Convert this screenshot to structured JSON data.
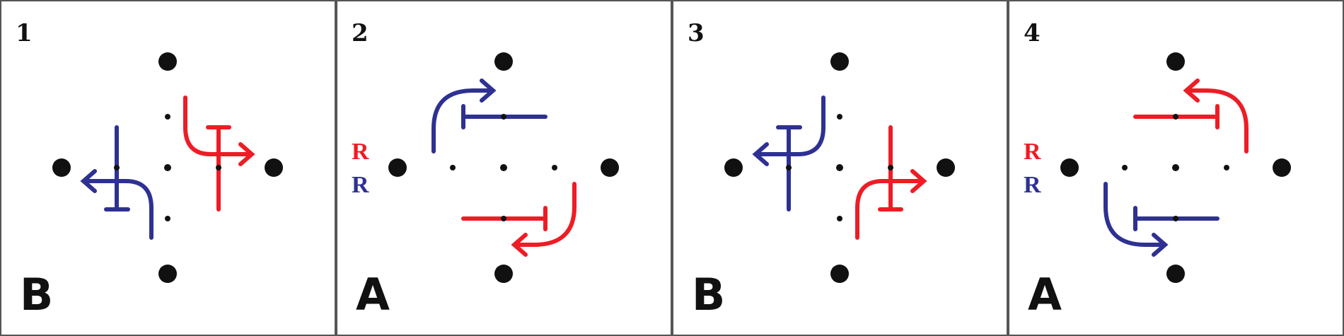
{
  "colors": {
    "red": "#ee1c25",
    "blue": "#2e3192",
    "black": "#111111",
    "border": "#555555"
  },
  "panels": [
    {
      "number": "1",
      "letter": "B",
      "labels": []
    },
    {
      "number": "2",
      "letter": "A",
      "labels": [
        {
          "text": "R",
          "color": "red"
        },
        {
          "text": "R",
          "color": "blue"
        }
      ]
    },
    {
      "number": "3",
      "letter": "B",
      "labels": []
    },
    {
      "number": "4",
      "letter": "A",
      "labels": [
        {
          "text": "R",
          "color": "red"
        },
        {
          "text": "R",
          "color": "blue"
        }
      ]
    }
  ]
}
